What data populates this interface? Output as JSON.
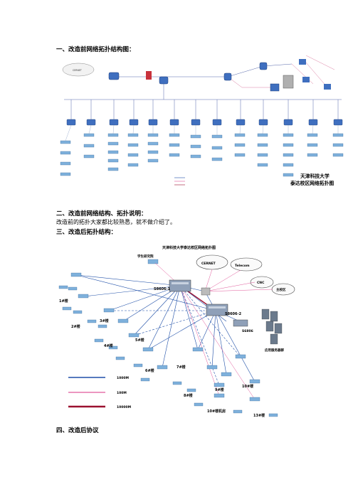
{
  "sections": {
    "s1_heading": "一、改造前网络拓扑结构图：",
    "s2_heading": "二、改造前网络结构、拓扑说明：",
    "s2_text": "改造前的拓扑大家都比较熟悉，就不做介绍了。",
    "s3_heading": "三、改造后拓扑结构：",
    "s4_heading": "四、改造后协议"
  },
  "fig1": {
    "caption_line1": "天津科技大学",
    "caption_line2": "泰达校区网络拓扑图",
    "cernet": "CERNET"
  },
  "fig2": {
    "title": "天津科技大学泰达校区网络拓扑图",
    "student_center": "学生研究院",
    "cernet": "CERNET",
    "telecom": "Telecom",
    "cnc": "CNC",
    "main_lib": "主校区",
    "core1": "S8606-1",
    "core2": "S8606-2",
    "s6806": "S6806",
    "app_servers": "应用服务器群",
    "buildings": [
      "1#楼",
      "2#楼",
      "3#楼",
      "4#楼",
      "5#楼",
      "6#楼",
      "7#楼",
      "8#楼",
      "9#楼",
      "10#楼",
      "10#楼机房",
      "13#楼"
    ],
    "legend": [
      {
        "label": "1000M",
        "color": "#1f4fa8"
      },
      {
        "label": "100M",
        "color": "#e0589a"
      },
      {
        "label": "10000M",
        "color": "#9b1030"
      }
    ]
  }
}
